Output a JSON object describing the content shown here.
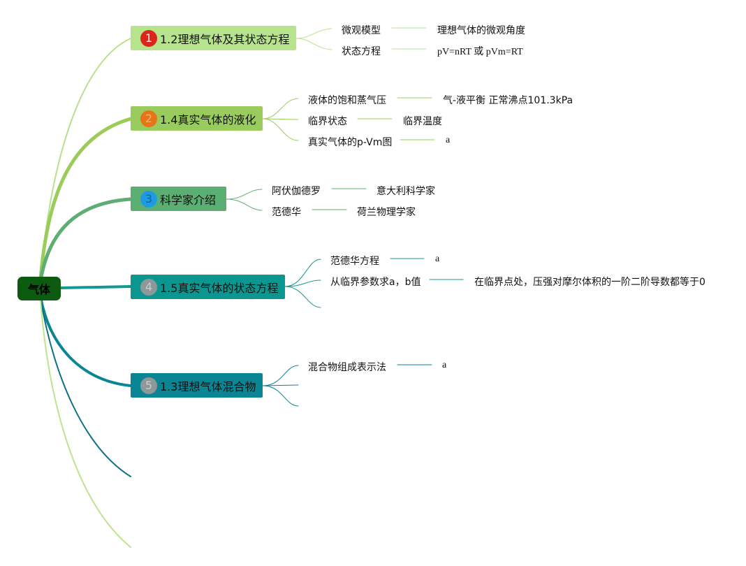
{
  "root": {
    "label": "气体"
  },
  "topics": [
    {
      "number": "1",
      "label": "1.2理想气体及其状态方程",
      "colors": {
        "fill": "#b6e38c",
        "badge": "#d9251c",
        "line": "#b8e08e"
      },
      "children": [
        {
          "label": "微观模型",
          "detail": "理想气体的微观角度"
        },
        {
          "label": "状态方程",
          "detail": "pV=nRT 或 pVm=RT"
        }
      ]
    },
    {
      "number": "2",
      "label": "1.4真实气体的液化",
      "colors": {
        "fill": "#99cc5c",
        "badge": "#e8741a",
        "line": "#9bcc5a"
      },
      "children": [
        {
          "label": "液体的饱和蒸气压",
          "detail": "气-液平衡 正常沸点101.3kPa"
        },
        {
          "label": "临界状态",
          "detail": "临界温度"
        },
        {
          "label": "真实气体的p-Vm图",
          "detail": "a"
        }
      ]
    },
    {
      "number": "3",
      "label": "科学家介绍",
      "colors": {
        "fill": "#5caf72",
        "badge": "#1e9be0",
        "line": "#5eae74"
      },
      "children": [
        {
          "label": "阿伏伽德罗",
          "detail": "意大利科学家"
        },
        {
          "label": "范德华",
          "detail": "荷兰物理学家"
        }
      ]
    },
    {
      "number": "4",
      "label": "1.5真实气体的状态方程",
      "colors": {
        "fill": "#0b9790",
        "badge": "#8f9899",
        "line": "#119891"
      },
      "children": [
        {
          "label": "范德华方程",
          "detail": "a"
        },
        {
          "label": "从临界参数求a，b值",
          "detail": "在临界点处，压强对摩尔体积的一阶二阶导数都等于0"
        },
        {
          "label": "",
          "detail": ""
        }
      ]
    },
    {
      "number": "5",
      "label": "1.3理想气体混合物",
      "colors": {
        "fill": "#0a8594",
        "badge": "#8f9899",
        "line": "#0a8594"
      },
      "children": [
        {
          "label": "混合物组成表示法",
          "detail": "a"
        },
        {
          "label": "",
          "detail": ""
        },
        {
          "label": "",
          "detail": ""
        }
      ]
    }
  ],
  "empty_branch_colors": [
    "#0e6f86",
    "#bfe390"
  ]
}
